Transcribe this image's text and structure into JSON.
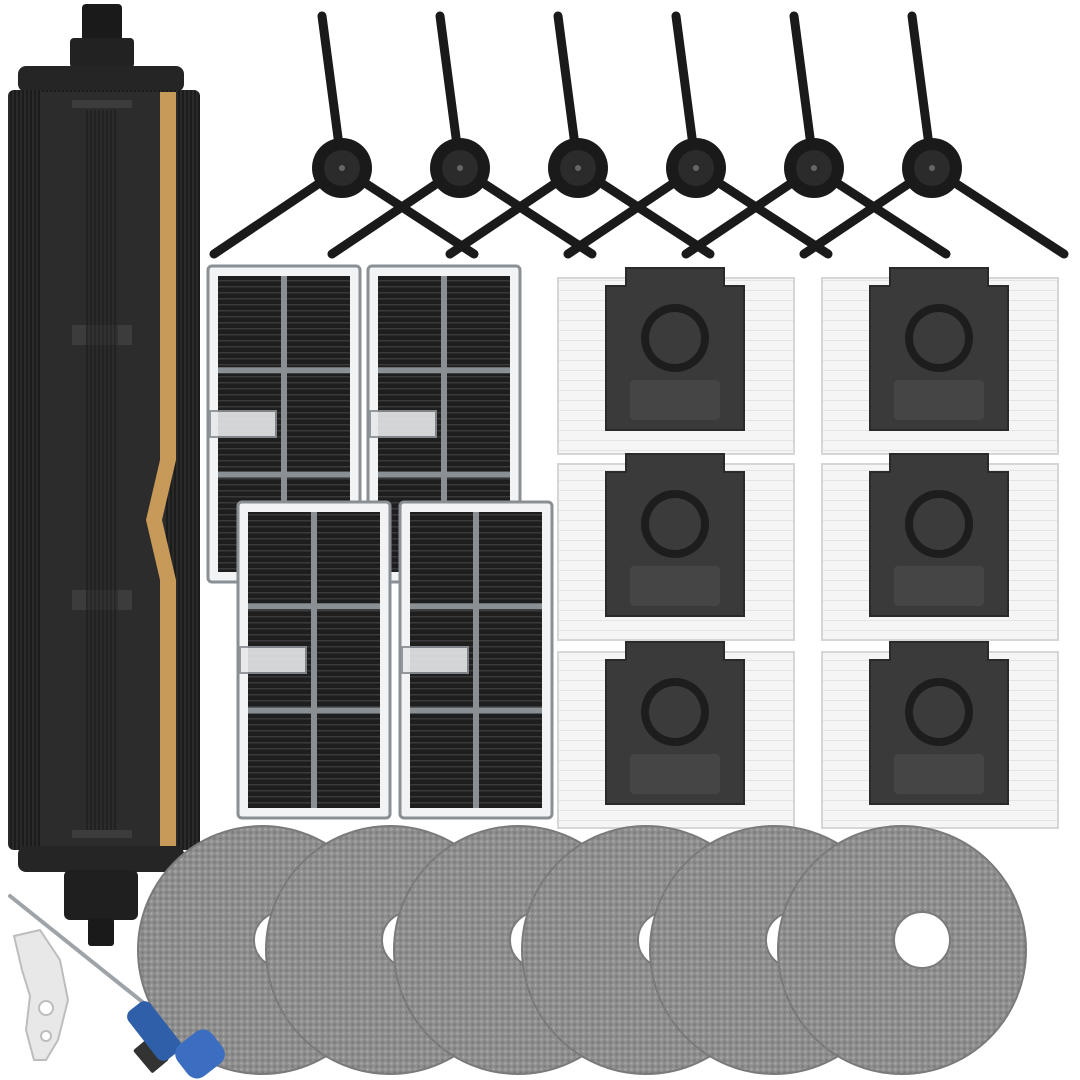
{
  "scene": {
    "background": "#ffffff",
    "main_brush": {
      "count": 1,
      "icon": "roller-brush-icon",
      "bristle_color": "#1c1c1c",
      "frame_color": "#2a2a2a",
      "accent_color": "#c89a5a"
    },
    "side_brushes": {
      "count": 6,
      "icon": "side-brush-icon",
      "color": "#1a1a1a"
    },
    "filters": {
      "count": 4,
      "icon": "hepa-filter-icon",
      "frame_color": "#8a8f94",
      "media_color": "#1e1e1e"
    },
    "dust_bags": {
      "count": 6,
      "icon": "dust-bag-icon",
      "bag_color": "#f4f4f4",
      "collar_color": "#3a3a3a"
    },
    "mop_pads": {
      "count": 6,
      "icon": "mop-pad-icon",
      "color": "#8e8e8e"
    },
    "tools": {
      "cleaning_tool": {
        "icon": "cleaning-tool-icon",
        "color": "#e6e6e6"
      },
      "screwdriver": {
        "icon": "screwdriver-icon",
        "handle_color": "#2f5fa8"
      }
    }
  }
}
